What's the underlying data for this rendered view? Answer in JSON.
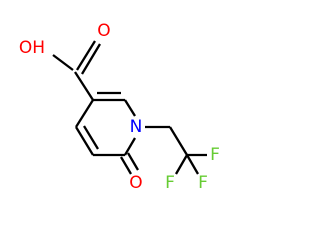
{
  "molecule": {
    "atoms": {
      "hydroxyl": "OH",
      "carbonyl_o_acid": "O",
      "ring_n": "N",
      "carbonyl_o_ring": "O",
      "fluorine_right": "F",
      "fluorine_left": "F",
      "fluorine_bottom": "F"
    },
    "colors": {
      "oxygen": "#ff0000",
      "nitrogen": "#0000ff",
      "fluorine": "#66cc33",
      "bond": "#000000"
    }
  }
}
